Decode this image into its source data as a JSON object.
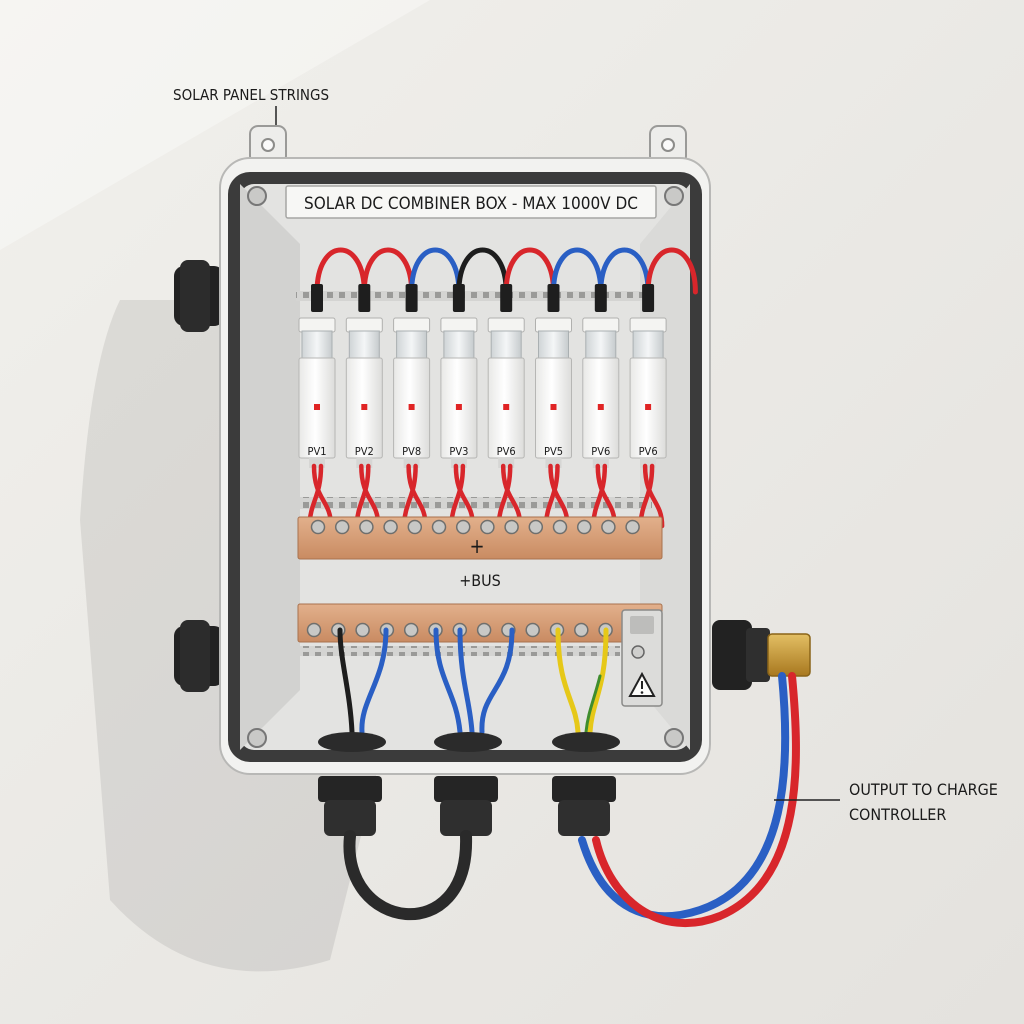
{
  "callouts": {
    "top_left": "SOLAR PANEL STRINGS",
    "right_line1": "OUTPUT TO CHARGE",
    "right_line2": "CONTROLLER"
  },
  "box": {
    "title_label": "SOLAR DC COMBINER BOX - MAX 1000V DC",
    "positive_bus_symbol": "+",
    "positive_bus_label": "+BUS"
  },
  "fuses": [
    {
      "label": "PV1",
      "top_wire": "red"
    },
    {
      "label": "PV2",
      "top_wire": "red"
    },
    {
      "label": "PV8",
      "top_wire": "blue"
    },
    {
      "label": "PV3",
      "top_wire": "black"
    },
    {
      "label": "PV6",
      "top_wire": "red"
    },
    {
      "label": "PV5",
      "top_wire": "blue"
    },
    {
      "label": "PV6",
      "top_wire": "blue"
    },
    {
      "label": "PV6",
      "top_wire": "red"
    }
  ],
  "colors": {
    "wall": "#e9e7e3",
    "enclosure": "#f2f2f0",
    "enclosure_edge": "#4a4a4a",
    "busbar": "#d49a72",
    "wire_red": "#d8262b",
    "wire_blue": "#2a5fc4",
    "wire_black": "#1d1d1d",
    "wire_yellow": "#e6c818",
    "wire_green": "#3f8d2d",
    "fuse_indicator": "#e02424",
    "gland_brass": "#c99a3a"
  },
  "icons": [
    "warning-triangle-icon",
    "ground-symbol-icon"
  ]
}
